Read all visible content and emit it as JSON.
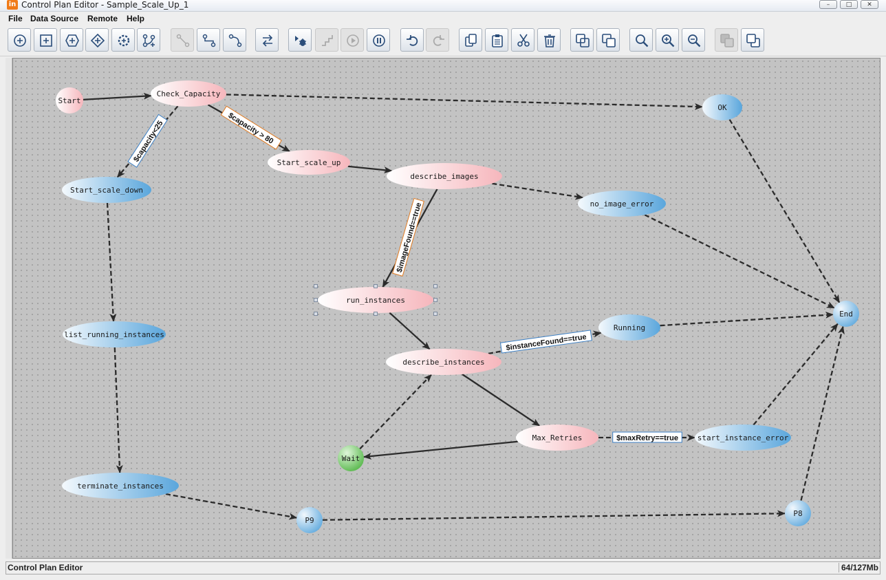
{
  "window": {
    "app_icon": "in",
    "title": "Control Plan Editor - Sample_Scale_Up_1",
    "buttons": [
      "minimize",
      "maximize",
      "close"
    ]
  },
  "menu": [
    "File",
    "Data Source",
    "Remote",
    "Help"
  ],
  "toolbar": [
    {
      "icon": "add-circle-icon",
      "enabled": true
    },
    {
      "icon": "add-square-icon",
      "enabled": true
    },
    {
      "icon": "add-hexagon-icon",
      "enabled": true
    },
    {
      "icon": "add-diamond-icon",
      "enabled": true
    },
    {
      "icon": "add-gear-icon",
      "enabled": true
    },
    {
      "icon": "add-branch-icon",
      "enabled": true
    },
    {
      "icon": "connect-icon",
      "enabled": false
    },
    {
      "icon": "connect-step-icon",
      "enabled": true
    },
    {
      "icon": "connect-curve-icon",
      "enabled": true
    },
    {
      "icon": "swap-icon",
      "enabled": true
    },
    {
      "icon": "debug-icon",
      "enabled": true
    },
    {
      "icon": "step-icon",
      "enabled": false
    },
    {
      "icon": "play-icon",
      "enabled": false
    },
    {
      "icon": "pause-icon",
      "enabled": true
    },
    {
      "icon": "undo-icon",
      "enabled": true
    },
    {
      "icon": "redo-icon",
      "enabled": false
    },
    {
      "icon": "copy-icon",
      "enabled": true
    },
    {
      "icon": "paste-icon",
      "enabled": true
    },
    {
      "icon": "cut-icon",
      "enabled": true
    },
    {
      "icon": "delete-icon",
      "enabled": true
    },
    {
      "icon": "group-icon",
      "enabled": true
    },
    {
      "icon": "ungroup-icon",
      "enabled": true
    },
    {
      "icon": "zoom-icon",
      "enabled": true
    },
    {
      "icon": "zoom-in-icon",
      "enabled": true
    },
    {
      "icon": "zoom-out-icon",
      "enabled": true
    },
    {
      "icon": "front-icon",
      "enabled": false
    },
    {
      "icon": "back-icon",
      "enabled": true
    }
  ],
  "graph": {
    "nodes": [
      {
        "id": "start",
        "label": "Start",
        "style": "pink"
      },
      {
        "id": "check",
        "label": "Check_Capacity",
        "style": "pink"
      },
      {
        "id": "ok",
        "label": "OK",
        "style": "blue"
      },
      {
        "id": "ssd",
        "label": "Start_scale_down",
        "style": "blue"
      },
      {
        "id": "ssu",
        "label": "Start_scale_up",
        "style": "pink"
      },
      {
        "id": "di",
        "label": "describe_images",
        "style": "pink"
      },
      {
        "id": "nie",
        "label": "no_image_error",
        "style": "blue"
      },
      {
        "id": "ri",
        "label": "run_instances",
        "style": "pink",
        "selected": true
      },
      {
        "id": "end",
        "label": "End",
        "style": "blue"
      },
      {
        "id": "lri",
        "label": "list_running_instances",
        "style": "blue"
      },
      {
        "id": "running",
        "label": "Running",
        "style": "blue"
      },
      {
        "id": "dins",
        "label": "describe_instances",
        "style": "pink"
      },
      {
        "id": "mr",
        "label": "Max_Retries",
        "style": "pink"
      },
      {
        "id": "sie",
        "label": "start_instance_error",
        "style": "blue"
      },
      {
        "id": "wait",
        "label": "Wait",
        "style": "green"
      },
      {
        "id": "ti",
        "label": "terminate_instances",
        "style": "blue"
      },
      {
        "id": "p9",
        "label": "P9",
        "style": "blue"
      },
      {
        "id": "p8",
        "label": "P8",
        "style": "blue"
      }
    ],
    "edges": [
      {
        "from": "start",
        "to": "check",
        "dashed": false
      },
      {
        "from": "check",
        "to": "ok",
        "dashed": true
      },
      {
        "from": "check",
        "to": "ssd",
        "dashed": true,
        "label": "$capacity<25"
      },
      {
        "from": "check",
        "to": "ssu",
        "dashed": false,
        "label": "$capacity > 80"
      },
      {
        "from": "ssu",
        "to": "di",
        "dashed": false
      },
      {
        "from": "di",
        "to": "nie",
        "dashed": true
      },
      {
        "from": "di",
        "to": "ri",
        "dashed": false,
        "label": "$imageFound==true"
      },
      {
        "from": "ok",
        "to": "end",
        "dashed": true
      },
      {
        "from": "nie",
        "to": "end",
        "dashed": true
      },
      {
        "from": "ri",
        "to": "dins",
        "dashed": false
      },
      {
        "from": "dins",
        "to": "running",
        "dashed": true,
        "label": "$instanceFound==true"
      },
      {
        "from": "running",
        "to": "end",
        "dashed": true
      },
      {
        "from": "dins",
        "to": "mr",
        "dashed": false
      },
      {
        "from": "mr",
        "to": "sie",
        "dashed": true,
        "label": "$maxRetry==true"
      },
      {
        "from": "mr",
        "to": "wait",
        "dashed": false
      },
      {
        "from": "wait",
        "to": "dins",
        "dashed": true
      },
      {
        "from": "sie",
        "to": "end",
        "dashed": true
      },
      {
        "from": "ssd",
        "to": "lri",
        "dashed": true
      },
      {
        "from": "lri",
        "to": "ti",
        "dashed": true
      },
      {
        "from": "ti",
        "to": "p9",
        "dashed": true
      },
      {
        "from": "p9",
        "to": "p8",
        "dashed": true
      },
      {
        "from": "p8",
        "to": "end",
        "dashed": true
      }
    ]
  },
  "colors": {
    "pink": "#f6b6bc",
    "blue": "#5aa6dc",
    "green": "#52b545",
    "edge": "#2b2b2b",
    "label_border_orange": "#e07a20",
    "label_border_blue": "#3b7fc4"
  },
  "status": {
    "left": "Control Plan Editor",
    "right": "64/127Mb"
  }
}
